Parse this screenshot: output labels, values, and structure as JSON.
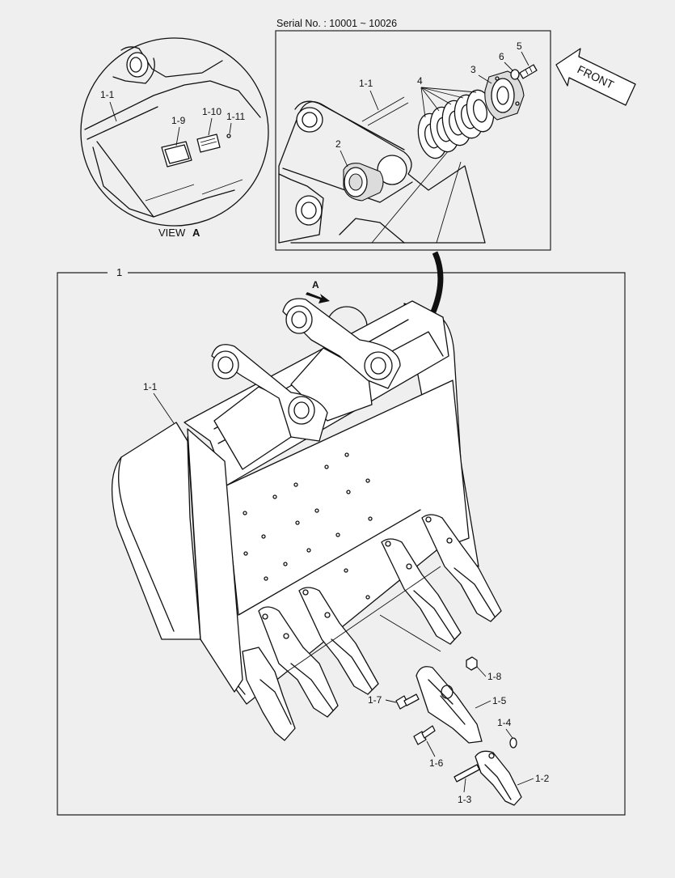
{
  "header": {
    "serial": "Serial No. : 10001 ~ 10026"
  },
  "front_label": "FRONT",
  "view_a": {
    "label": "VIEW",
    "letter": "A"
  },
  "main_frame_label": "1",
  "arrow_a_label": "A",
  "callouts": {
    "detail_1_1": "1-1",
    "detail_2": "2",
    "detail_3": "3",
    "detail_4": "4",
    "detail_5": "5",
    "detail_6": "6",
    "view_1_1": "1-1",
    "view_1_9": "1-9",
    "view_1_10": "1-10",
    "view_1_11": "1-11",
    "main_1_1": "1-1",
    "main_1_2": "1-2",
    "main_1_3": "1-3",
    "main_1_4": "1-4",
    "main_1_5": "1-5",
    "main_1_6": "1-6",
    "main_1_7": "1-7",
    "main_1_8": "1-8"
  }
}
